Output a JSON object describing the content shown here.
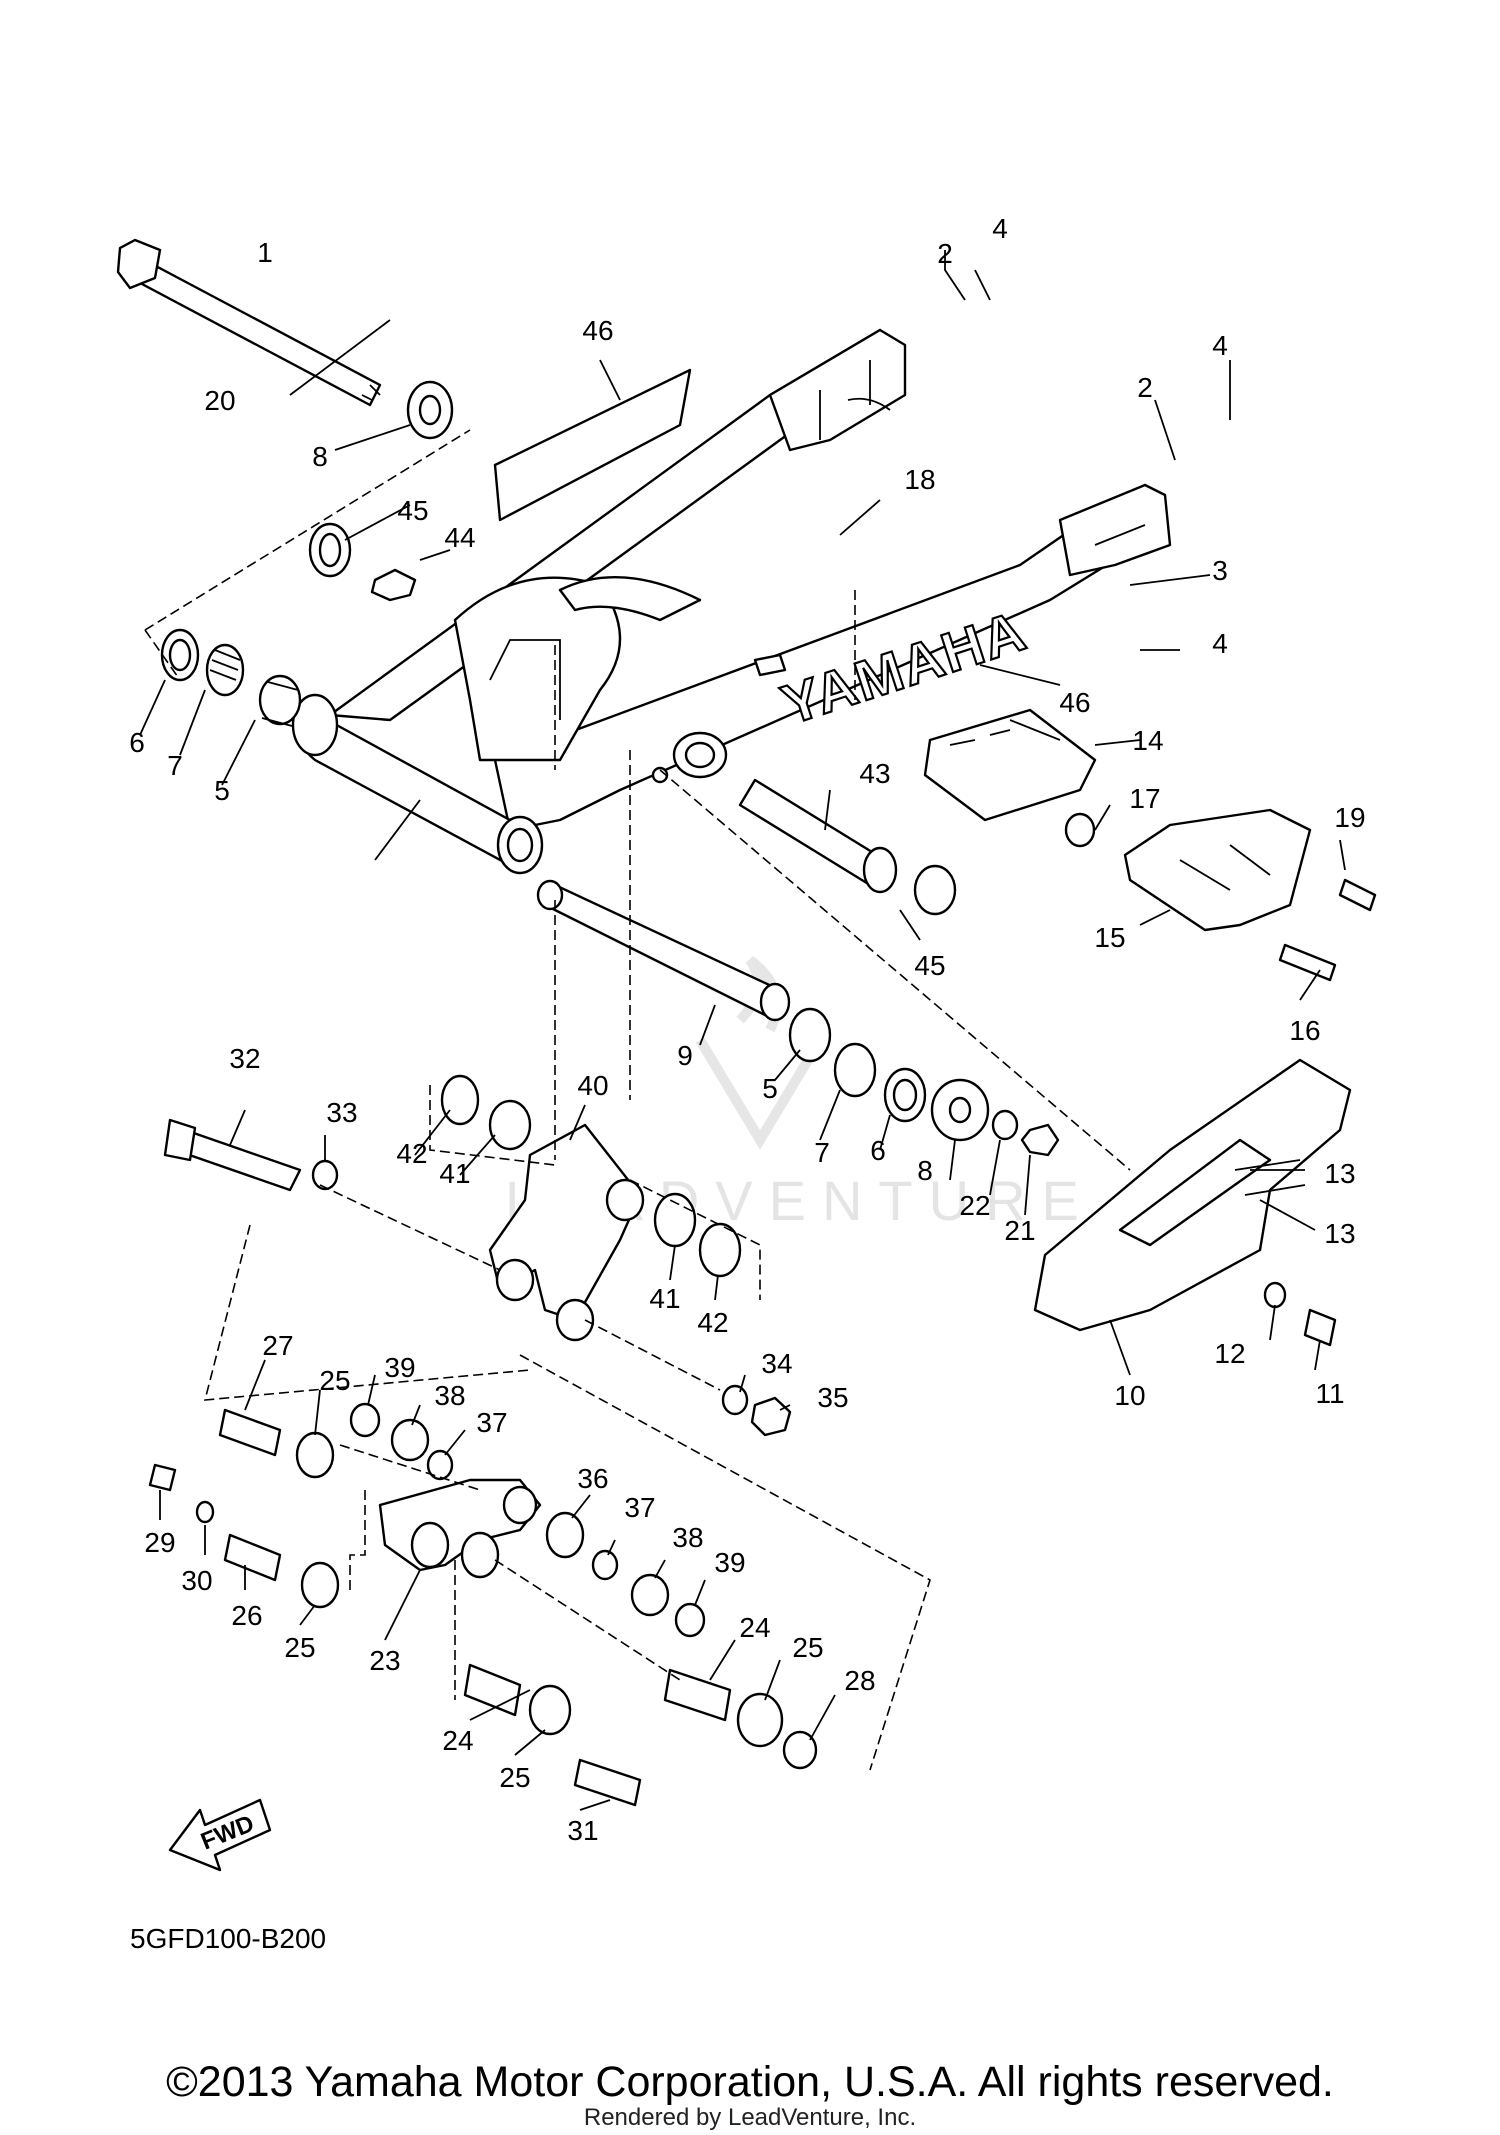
{
  "diagram_code": "5GFD100-B200",
  "brand_mark": "YAMAHA",
  "fwd_label": "FWD",
  "watermark": "LEADVENTURE",
  "copyright": "©2013 Yamaha Motor Corporation, U.S.A. All rights reserved.",
  "rendered_by": "Rendered by LeadVenture, Inc.",
  "callouts": [
    "1",
    "2",
    "2",
    "3",
    "4",
    "4",
    "4",
    "5",
    "5",
    "6",
    "6",
    "7",
    "7",
    "8",
    "8",
    "9",
    "10",
    "11",
    "12",
    "13",
    "13",
    "14",
    "15",
    "16",
    "17",
    "18",
    "19",
    "20",
    "21",
    "22",
    "23",
    "24",
    "24",
    "25",
    "25",
    "25",
    "25",
    "26",
    "27",
    "28",
    "29",
    "30",
    "31",
    "32",
    "33",
    "34",
    "35",
    "36",
    "37",
    "37",
    "38",
    "38",
    "39",
    "39",
    "40",
    "41",
    "41",
    "42",
    "42",
    "43",
    "44",
    "45",
    "45",
    "46",
    "46"
  ]
}
